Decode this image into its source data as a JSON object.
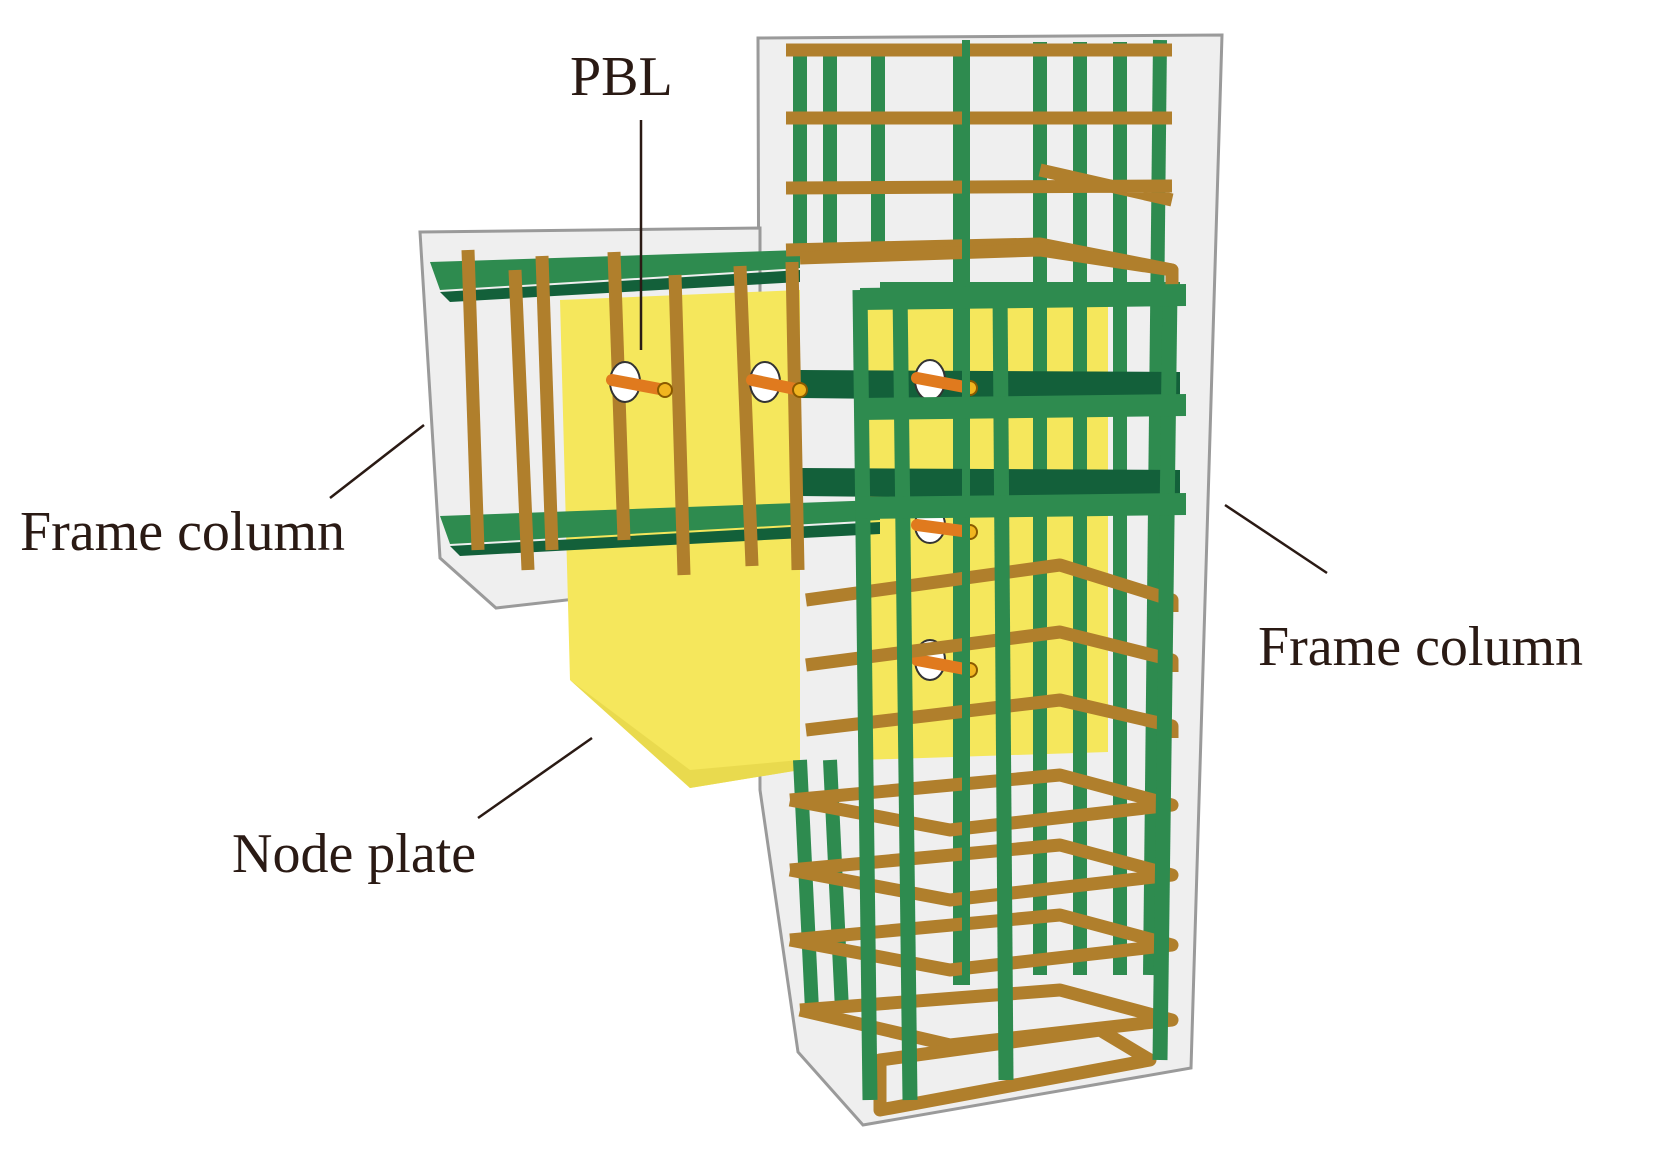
{
  "labels": {
    "pbl": "PBL",
    "frame_column_left": "Frame column",
    "frame_column_right": "Frame column",
    "node_plate": "Node plate"
  },
  "colors": {
    "concrete_fill": "#efefef",
    "concrete_edge": "#9a9a9a",
    "longitudinal_bar": "#2e8b4f",
    "longitudinal_bar_dark": "#13603a",
    "stirrup": "#b07f2c",
    "node_plate": "#f5e75c",
    "pbl_bar": "#e07a1e",
    "label_text": "#2a1a14"
  }
}
